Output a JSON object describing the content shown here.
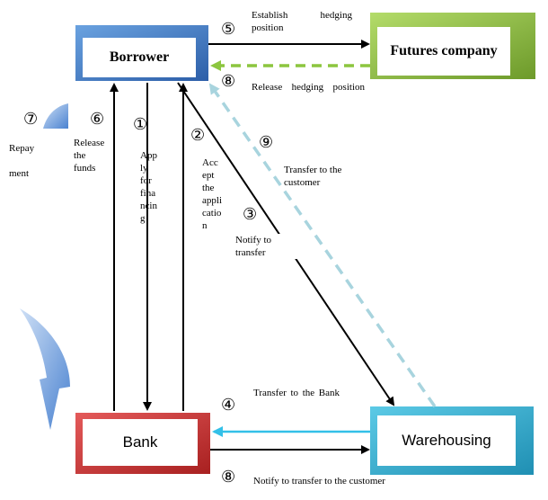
{
  "nodes": {
    "borrower": "Borrower",
    "futures": "Futures company",
    "bank": "Bank",
    "warehousing": "Warehousing"
  },
  "steps": {
    "s1": "①",
    "s2": "②",
    "s3": "③",
    "s4": "④",
    "s5": "⑤",
    "s6": "⑥",
    "s7": "⑦",
    "s8a": "⑧",
    "s8b": "⑧",
    "s9": "⑨"
  },
  "labels": {
    "establish": "Establish hedging position",
    "release_hedging": "Release hedging position",
    "repayment": "Repay\n\nment",
    "release_funds": "Release\nthe\nfunds",
    "apply": "App\nly\nfor\nfina\nncin\ng",
    "accept": "Acc\nept\nthe\nappli\ncatio\nn",
    "transfer_customer": "Transfer to the\ncustomer",
    "notify_transfer": "Notify       to\ntransfer",
    "transfer_bank": "Transfer to the Bank",
    "notify_customer": "Notify to transfer to the customer"
  },
  "colors": {
    "borrower_border": "#4a7ec4",
    "futures_border": "#92c241",
    "bank_border": "#c83a3a",
    "warehousing_border": "#35afd0",
    "hedge_release_arrow": "#8cc63f",
    "transfer_customer_arrow": "#a8d4de",
    "transfer_bank_arrow": "#33c0e8"
  }
}
